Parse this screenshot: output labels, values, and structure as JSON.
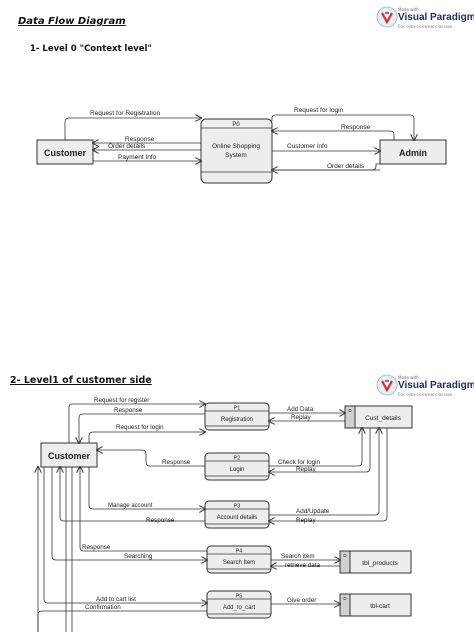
{
  "document": {
    "title": "Data Flow Diagram",
    "section1_title": "1- Level 0 \"Context level\"",
    "section2_title": "2- Level1 of customer side"
  },
  "watermark": {
    "made_with": "Made with",
    "brand": "Visual Paradigm",
    "license": "For non-commercial use"
  },
  "level0": {
    "entities": {
      "customer": "Customer",
      "admin": "Admin"
    },
    "process": {
      "id": "P0",
      "name_line1": "Online Shopping",
      "name_line2": "System"
    },
    "flows": {
      "request_registration": "Request for Registration",
      "response_customer": "Response",
      "order_details_customer": "Order details",
      "payment_info": "Payment Info",
      "request_login": "Request for login",
      "response_admin": "Response",
      "customer_info": "Customer info",
      "order_details_admin": "Order details"
    }
  },
  "level1": {
    "entity": "Customer",
    "processes": [
      {
        "id": "P1",
        "name": "Registration"
      },
      {
        "id": "P2",
        "name": "Login"
      },
      {
        "id": "P3",
        "name": "Account details"
      },
      {
        "id": "P4",
        "name": "Search Item"
      },
      {
        "id": "P5",
        "name": "Add_to_cart"
      }
    ],
    "stores": [
      {
        "id": "D",
        "name": "Cust_details"
      },
      {
        "id": "D",
        "name": "tbl_products"
      },
      {
        "id": "D",
        "name": "tbl-cart"
      }
    ],
    "flows": {
      "request_register": "Request for register",
      "response_p1": "Response",
      "request_login": "Request for login",
      "response_p2": "Response",
      "manage_account": "Manage account",
      "response_p3": "Response",
      "response_p4": "Response",
      "searching": "Searching",
      "add_to_cart_list": "Add to cart list",
      "confirmation": "Confirmation",
      "add_data": "Add Data",
      "replay_p1": "Replay",
      "check_login": "Check for login",
      "replay_p2": "Replay",
      "add_update": "Add/Update",
      "replay_p3": "Replay",
      "search_item": "Search item",
      "retrieve_data": "retrieve data",
      "give_order": "Give order"
    }
  },
  "colors": {
    "shape_fill": "#ededed",
    "store_tab": "#d0d0d0",
    "line": "#333333",
    "brand": "#1b2f5a"
  }
}
